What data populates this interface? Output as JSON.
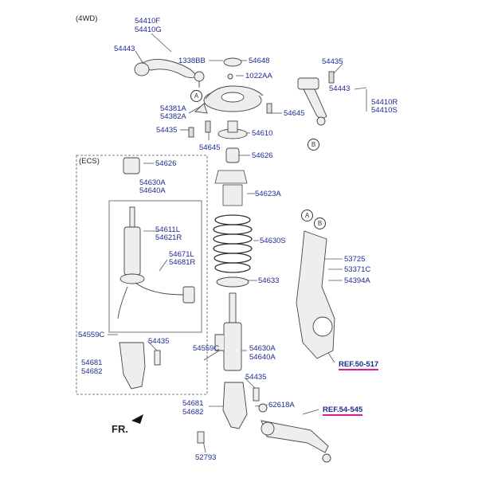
{
  "header": {
    "variant": "(4WD)",
    "ecs_box": "(ECS)"
  },
  "labels": {
    "p54410F": "54410F",
    "p54410G": "54410G",
    "p54443_l": "54443",
    "p1338BB": "1338BB",
    "p54648": "54648",
    "p1022AA": "1022AA",
    "p54381A": "54381A",
    "p54382A": "54382A",
    "p54435_top": "54435",
    "p54645_l": "54645",
    "p54645_r": "54645",
    "p54610": "54610",
    "p54435_tr": "54435",
    "p54443_r": "54443",
    "p54410R": "54410R",
    "p54410S": "54410S",
    "p54626_ecs": "54626",
    "p54626": "54626",
    "p54630A_ecs": "54630A",
    "p54640A_ecs": "54640A",
    "p54611L": "54611L",
    "p54621R": "54621R",
    "p54671L": "54671L",
    "p54681R": "54681R",
    "p54559C_l": "54559C",
    "p54435_ecs": "54435",
    "p54681_ecs": "54681",
    "p54682_ecs": "54682",
    "p54623A": "54623A",
    "p54630S": "54630S",
    "p54633": "54633",
    "p54559C_c": "54559C",
    "p54630A": "54630A",
    "p54640A": "54640A",
    "p54435_low": "54435",
    "p54681": "54681",
    "p54682": "54682",
    "p62618A": "62618A",
    "p52793": "52793",
    "p53725": "53725",
    "p53371C": "53371C",
    "p54394A": "54394A"
  },
  "callouts": {
    "A1": "A",
    "B1": "B",
    "A2": "A",
    "B2": "B"
  },
  "refs": {
    "knuckle": "REF.50-517",
    "lower_arm": "REF.54-545"
  },
  "direction": {
    "label": "FR."
  },
  "colors": {
    "label": "#1f2a8f",
    "ref_underline": "#e0199a",
    "line": "#555555"
  }
}
